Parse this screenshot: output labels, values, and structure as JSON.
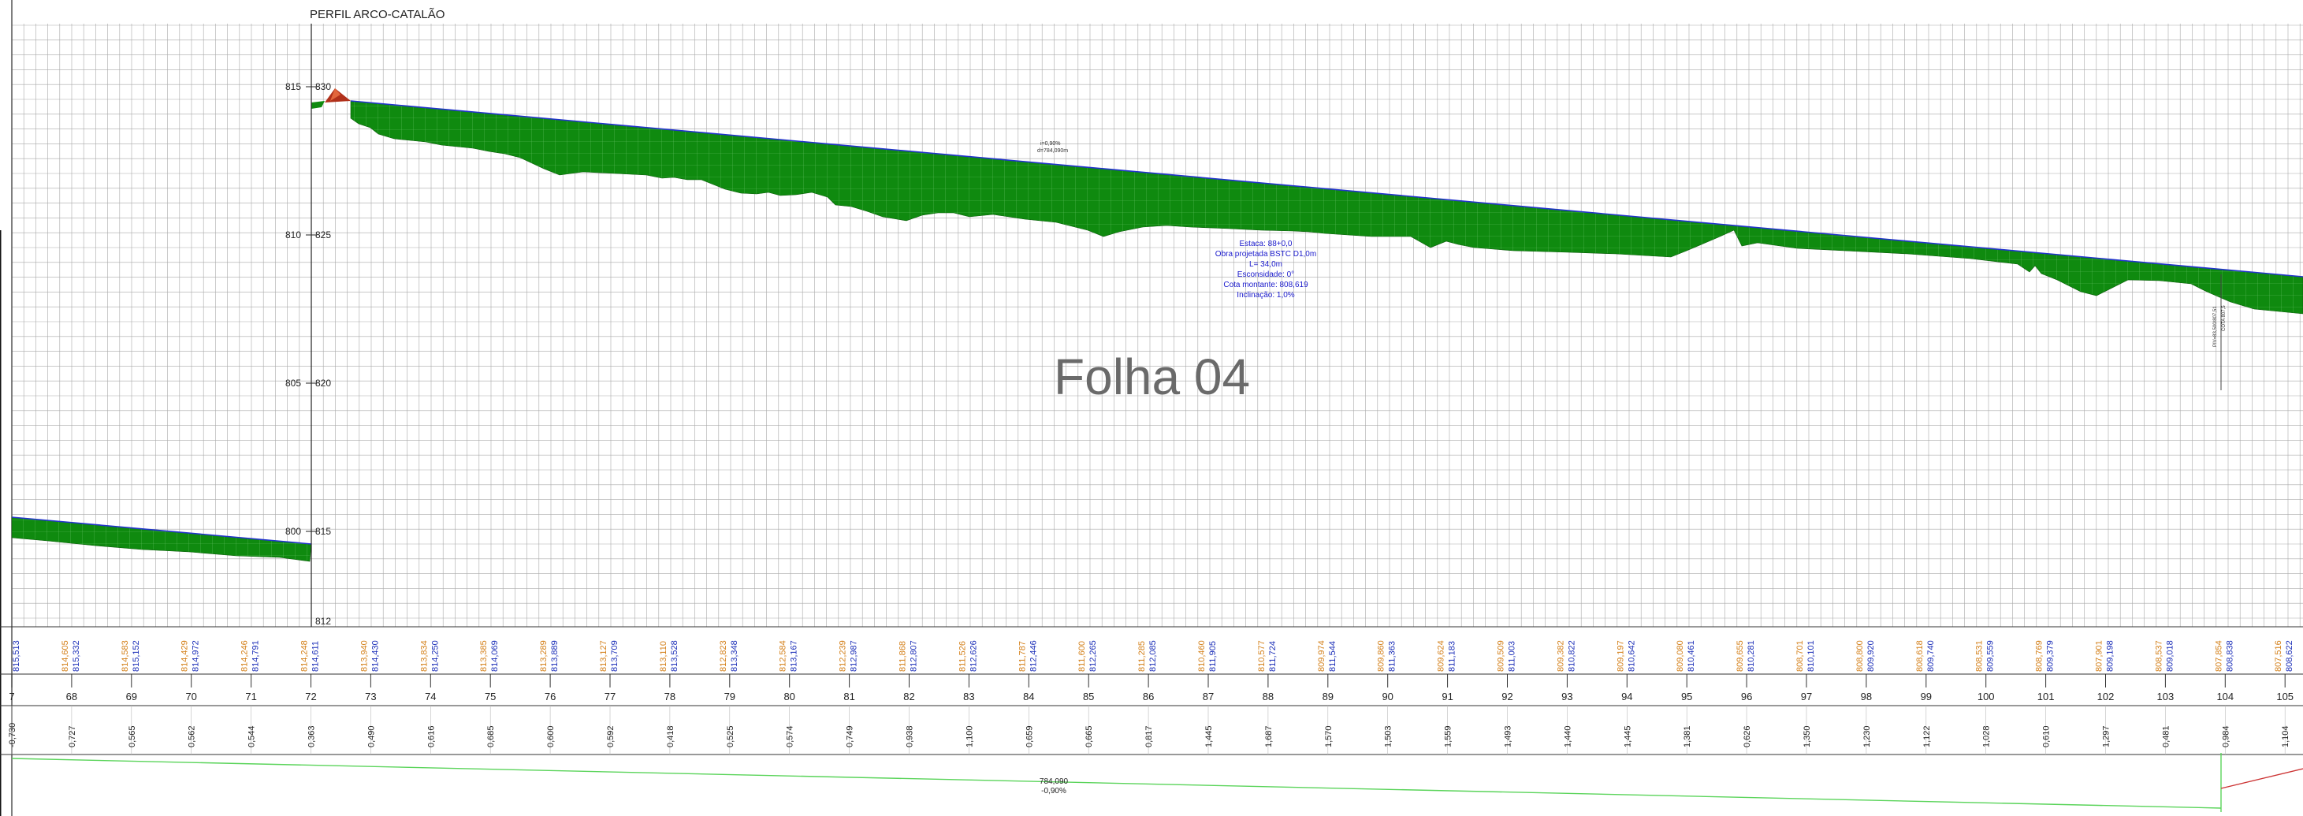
{
  "title": "PERFIL ARCO-CATALÃO",
  "watermark": "Folha 04",
  "colors": {
    "grid": "#a9a9a9",
    "terrain_fill": "#0f8a0f",
    "design_line": "#2233cc",
    "cota_terreno": "#d4801a",
    "cota_projeto": "#1c2fb8",
    "triangle": "#b0301a",
    "slope_line": "#5ad45a"
  },
  "y_axis": {
    "left_labels": [
      "815",
      "810",
      "805",
      "800"
    ],
    "right_labels": [
      "830",
      "825",
      "820",
      "815",
      "812"
    ]
  },
  "grade_note": {
    "line1": "i=0,90%",
    "line2": "d=784,090m"
  },
  "structure_note": {
    "lines": [
      "Estaca: 88+0,0",
      "Obra projetada BSTC D1,0m",
      "L= 34,0m",
      "Esconsidade: 0°",
      "Cota montante: 808,619",
      "Inclinação: 1,0%"
    ]
  },
  "vertical_note": {
    "line1": "PIV=83,500/807,51",
    "line2": "COTA 807,5"
  },
  "stations": [
    "7",
    "68",
    "69",
    "70",
    "71",
    "72",
    "73",
    "74",
    "75",
    "76",
    "77",
    "78",
    "79",
    "80",
    "81",
    "82",
    "83",
    "84",
    "85",
    "86",
    "87",
    "88",
    "89",
    "90",
    "91",
    "92",
    "93",
    "94",
    "95",
    "96",
    "97",
    "98",
    "99",
    "100",
    "101",
    "102",
    "103",
    "104",
    "105"
  ],
  "cotas_terreno": [
    "",
    "814,605",
    "814,583",
    "814,429",
    "814,246",
    "814,248",
    "813,940",
    "813,834",
    "813,385",
    "813,289",
    "813,127",
    "813,110",
    "812,823",
    "812,584",
    "812,239",
    "811,868",
    "811,526",
    "811,787",
    "811,600",
    "811,285",
    "810,460",
    "810,577",
    "809,974",
    "809,860",
    "809,624",
    "809,509",
    "809,382",
    "809,197",
    "809,080",
    "809,655",
    "808,701",
    "808,800",
    "808,618",
    "808,531",
    "808,769",
    "807,901",
    "808,537",
    "807,854",
    "807,516"
  ],
  "cotas_projeto": [
    "815,513",
    "815,332",
    "815,152",
    "814,972",
    "814,791",
    "814,611",
    "814,430",
    "814,250",
    "814,069",
    "813,889",
    "813,709",
    "813,528",
    "813,348",
    "813,167",
    "812,987",
    "812,807",
    "812,626",
    "812,446",
    "812,265",
    "812,085",
    "811,905",
    "811,724",
    "811,544",
    "811,363",
    "811,183",
    "811,003",
    "810,822",
    "810,642",
    "810,461",
    "810,281",
    "810,101",
    "809,920",
    "809,740",
    "809,559",
    "809,379",
    "809,198",
    "809,018",
    "808,838",
    "808,622"
  ],
  "differences": [
    "-0,730",
    "0,727",
    "0,565",
    "0,562",
    "0,544",
    "0,363",
    "0,490",
    "0,616",
    "0,685",
    "0,600",
    "0,592",
    "0,418",
    "0,525",
    "0,574",
    "0,749",
    "0,938",
    "1,100",
    "0,659",
    "0,665",
    "0,817",
    "1,445",
    "1,687",
    "1,570",
    "1,503",
    "1,559",
    "1,493",
    "1,440",
    "1,445",
    "1,381",
    "0,626",
    "1,350",
    "1,230",
    "1,122",
    "1,028",
    "0,610",
    "1,297",
    "0,481",
    "0,984",
    "1,104"
  ],
  "slope": {
    "distance": "784,090",
    "percent": "-0,90%"
  }
}
